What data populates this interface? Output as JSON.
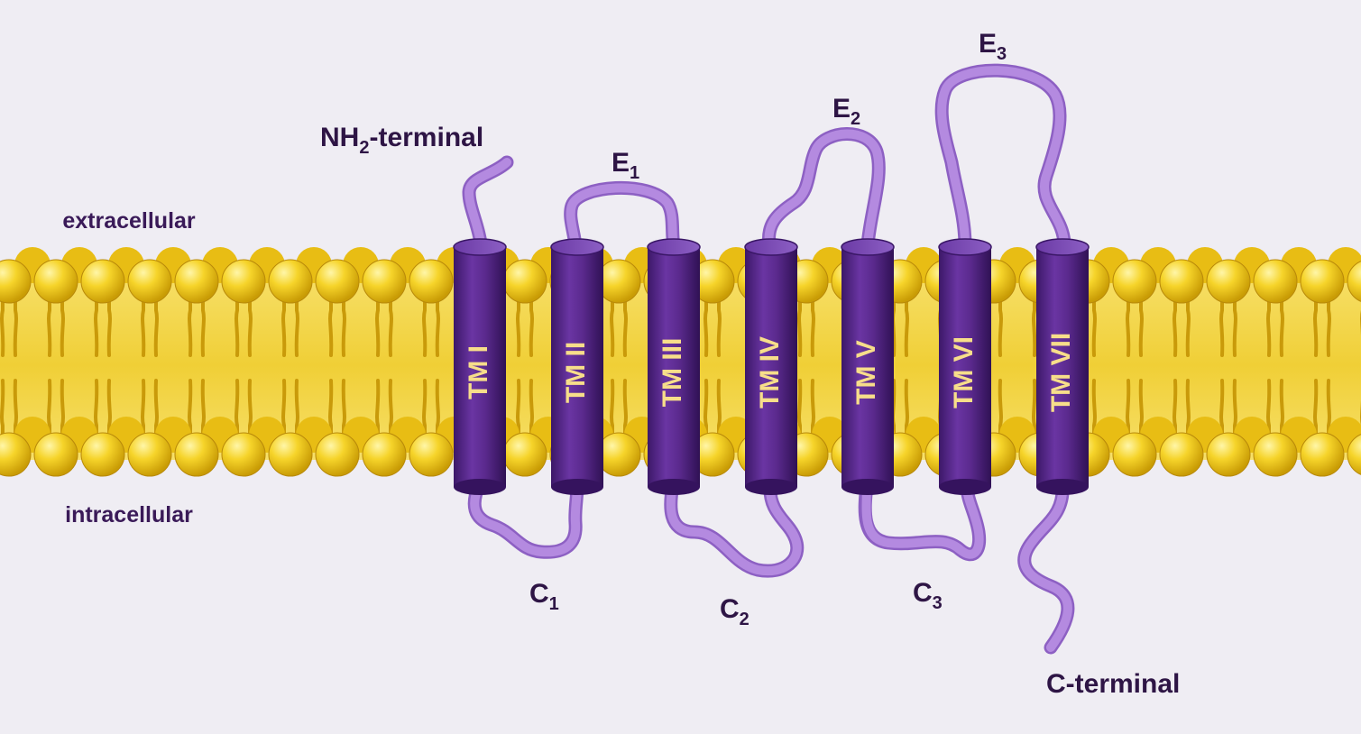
{
  "regions": {
    "extracellular": "extracellular",
    "intracellular": "intracellular"
  },
  "termini": {
    "n_terminal": {
      "main": "NH",
      "sub": "2",
      "suffix": "-terminal"
    },
    "c_terminal": "C-terminal"
  },
  "helices": [
    {
      "label": "TM I"
    },
    {
      "label": "TM II"
    },
    {
      "label": "TM III"
    },
    {
      "label": "TM IV"
    },
    {
      "label": "TM V"
    },
    {
      "label": "TM VI"
    },
    {
      "label": "TM VII"
    }
  ],
  "extracellular_loops": [
    {
      "main": "E",
      "sub": "1"
    },
    {
      "main": "E",
      "sub": "2"
    },
    {
      "main": "E",
      "sub": "3"
    }
  ],
  "intracellular_loops": [
    {
      "main": "C",
      "sub": "1"
    },
    {
      "main": "C",
      "sub": "2"
    },
    {
      "main": "C",
      "sub": "3"
    }
  ],
  "colors": {
    "background": "#efedf3",
    "lipid_head": "#f2c91c",
    "lipid_head_highlight": "#fff49a",
    "lipid_tail": "#d8aa10",
    "membrane_band": "#f4d94a",
    "helix": "#5b2a8e",
    "helix_dark": "#3a1766",
    "helix_light": "#8a5bc0",
    "loop": "#b48ae0",
    "loop_outline": "#8d60c3",
    "label_text": "#2e1545",
    "helix_text": "#f7de8a"
  }
}
